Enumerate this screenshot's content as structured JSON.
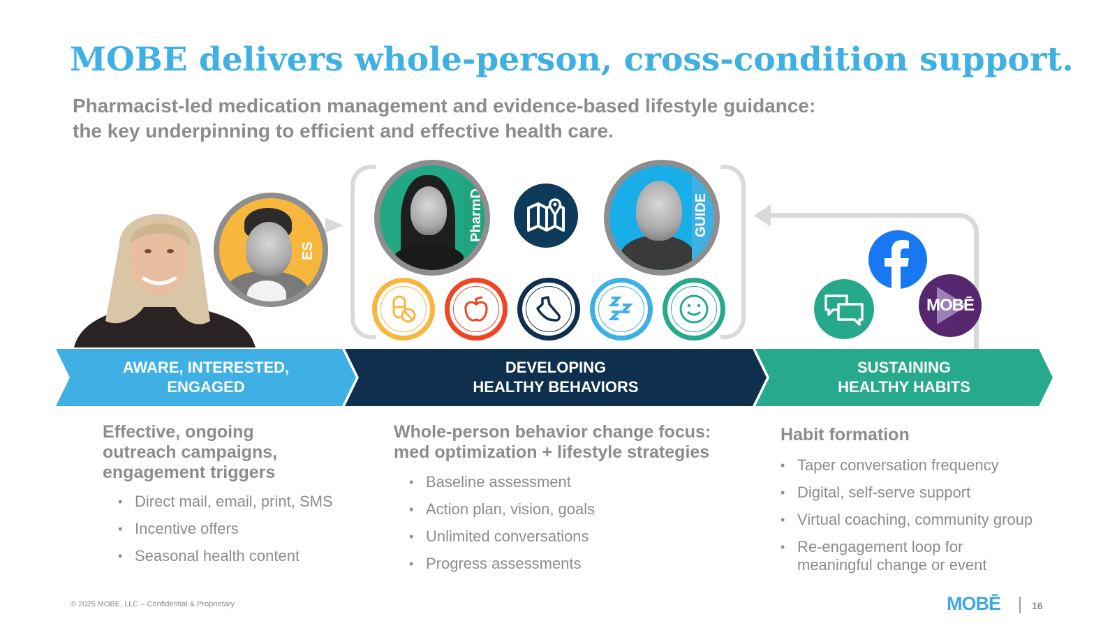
{
  "slide": {
    "title": "MOBE delivers whole-person, cross-condition support.",
    "subtitle_line1": "Pharmacist-led medication management and evidence-based lifestyle guidance:",
    "subtitle_line2": "the key underpinning to efficient and effective health care."
  },
  "colors": {
    "title_blue": "#3fb0e3",
    "stage1_blue": "#3fb0e3",
    "stage2_navy": "#0e2f4d",
    "stage3_teal": "#27a98c",
    "text_gray": "#8c8c8c"
  },
  "people": {
    "member": {
      "icon": "member-photo"
    },
    "es": {
      "label": "ES",
      "color": "#f6b73c"
    },
    "pharmd": {
      "label": "PharmD",
      "color": "#22a884"
    },
    "guide": {
      "label": "GUIDE",
      "color": "#19aee8"
    }
  },
  "icons": {
    "map": "map-pin-icon",
    "rings": [
      {
        "name": "pills-icon",
        "color": "#f6b73c"
      },
      {
        "name": "apple-icon",
        "color": "#ef4523"
      },
      {
        "name": "shoe-icon",
        "color": "#0e2f4d"
      },
      {
        "name": "sleep-icon",
        "color": "#3fb0e3"
      },
      {
        "name": "smile-icon",
        "color": "#27a98c"
      }
    ],
    "social": [
      {
        "name": "facebook-icon",
        "color": "#1877f2"
      },
      {
        "name": "chat-icon",
        "color": "#26a88a"
      },
      {
        "name": "mobe-video-icon",
        "color": "#56266f",
        "text": "MOBĒ"
      }
    ]
  },
  "stages": [
    {
      "line1": "AWARE, INTERESTED,",
      "line2": "ENGAGED"
    },
    {
      "line1": "DEVELOPING",
      "line2": "HEALTHY BEHAVIORS"
    },
    {
      "line1": "SUSTAINING",
      "line2": "HEALTHY HABITS"
    }
  ],
  "columns": [
    {
      "heading_lines": [
        "Effective, ongoing",
        "outreach campaigns,",
        "engagement triggers"
      ],
      "bullets": [
        "Direct mail, email, print, SMS",
        "Incentive offers",
        "Seasonal health content"
      ]
    },
    {
      "heading_lines": [
        "Whole-person behavior change focus:",
        "med optimization + lifestyle strategies"
      ],
      "bullets": [
        "Baseline assessment",
        "Action plan, vision, goals",
        "Unlimited conversations",
        "Progress assessments"
      ]
    },
    {
      "heading_lines": [
        "Habit formation"
      ],
      "bullets": [
        "Taper conversation frequency",
        "Digital, self-serve support",
        "Virtual coaching, community group",
        "Re-engagement loop for meaningful change or event"
      ]
    }
  ],
  "footer": {
    "copyright": "© 2025 MOBE, LLC – Confidential & Proprietary",
    "logo": "MOBĒ",
    "page_number": "16"
  }
}
